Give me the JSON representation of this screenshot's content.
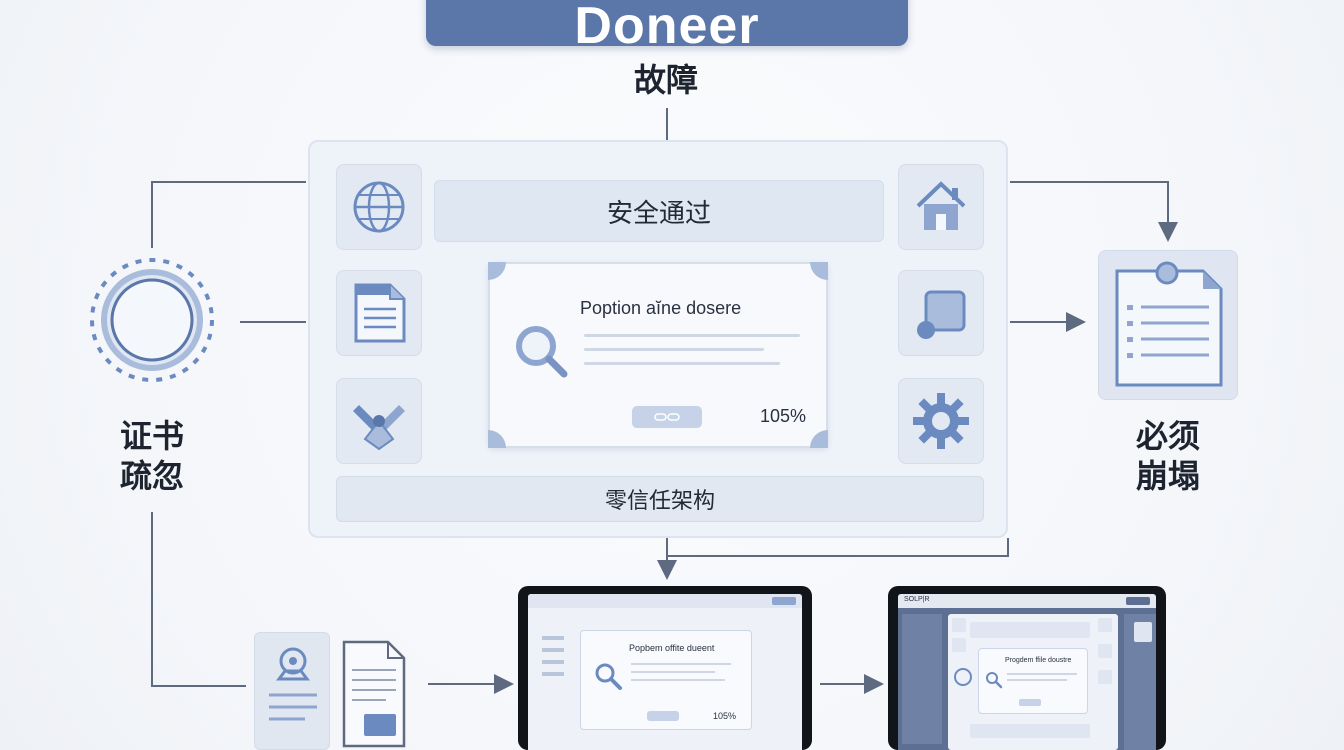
{
  "banner": {
    "text": "Doneer"
  },
  "labels": {
    "top": "故障",
    "left_line1": "证书",
    "left_line2": "疏忽",
    "right_line1": "必须",
    "right_line2": "崩塌"
  },
  "main_panel": {
    "title": "安全通过",
    "footer": "零信任架构",
    "dialog": {
      "title": "Poption aĭne dosere",
      "percent": "105%"
    }
  },
  "laptop1": {
    "dialog_title": "Popbem offite dueent",
    "percent": "105%"
  },
  "laptop2": {
    "top_text": "SOLP|R",
    "dialog_title": "Progdem ffile doustre"
  },
  "icons": {
    "left_tiles": [
      "globe-icon",
      "document-icon",
      "tools-icon"
    ],
    "right_tiles": [
      "home-icon",
      "shapes-icon",
      "gear-icon"
    ],
    "dialog": "magnifier-icon",
    "right_card": "clipboard-icon",
    "left_circle": "ring-icon",
    "bottom_left": [
      "badge-document-icon",
      "file-icon"
    ]
  },
  "colors": {
    "accent": "#5b76a8",
    "icon": "#6b8bc0",
    "line": "#5d6a80"
  }
}
